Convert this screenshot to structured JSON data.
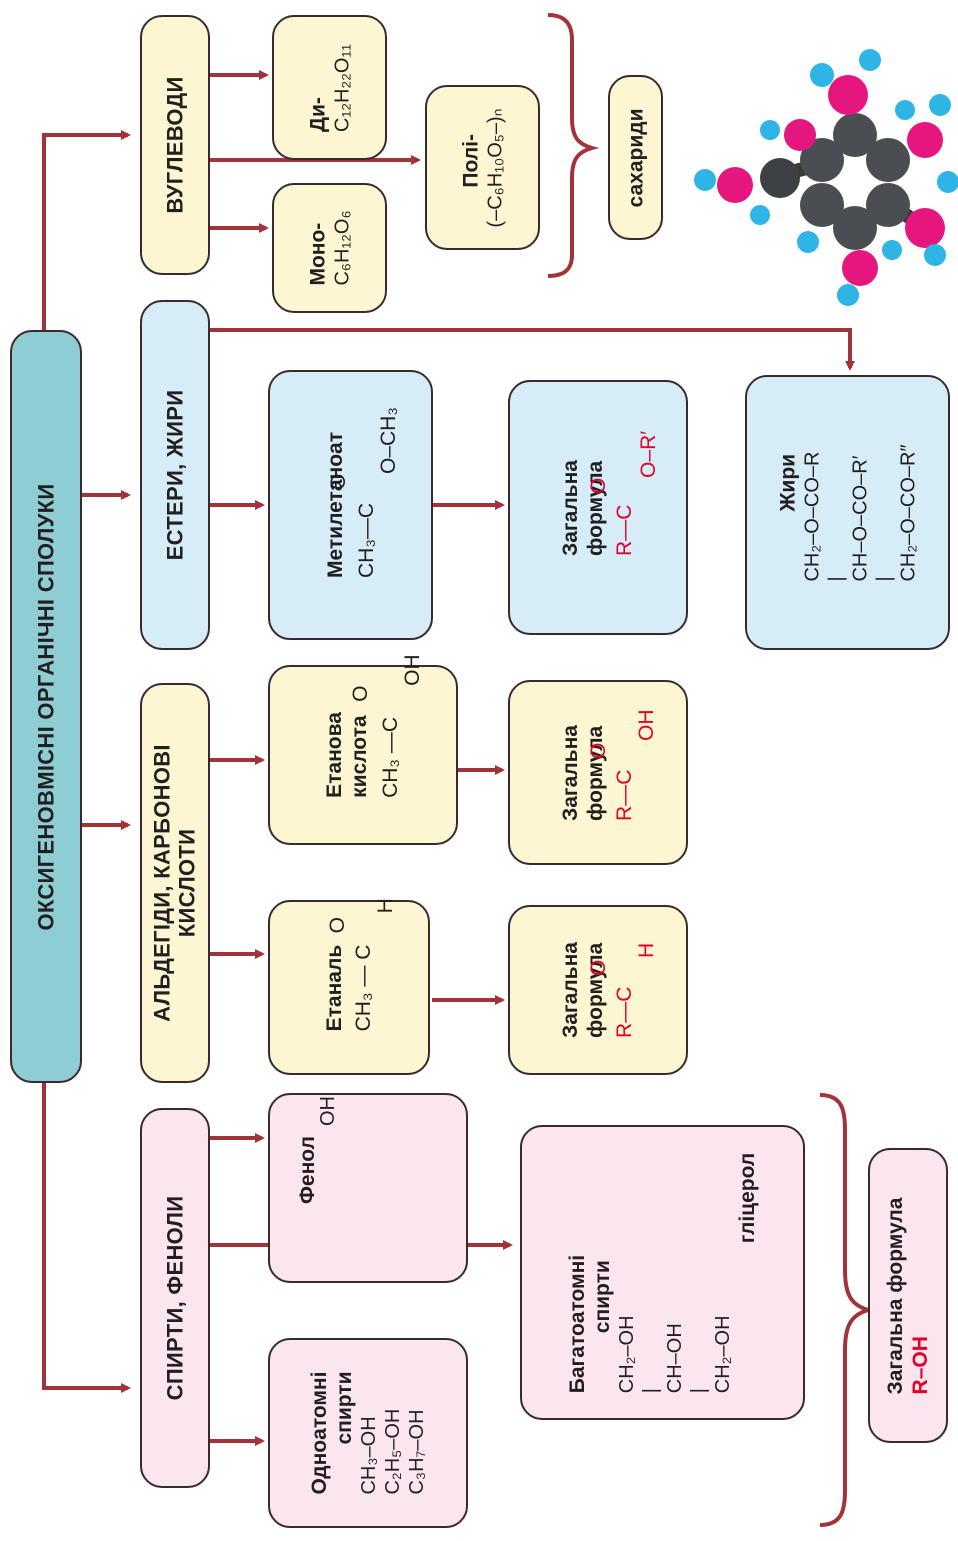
{
  "main": {
    "title": "ОКСИГЕНОВМІСНІ ОРГАНІЧНІ СПОЛУКИ"
  },
  "categories": {
    "alcohols": "СПИРТИ, ФЕНОЛИ",
    "aldehydes_line1": "АЛЬДЕГІДИ, КАРБОНОВІ",
    "aldehydes_line2": "КИСЛОТИ",
    "esters": "ЕСТЕРИ, ЖИРИ",
    "carbs": "ВУГЛЕВОДИ"
  },
  "alcohols": {
    "mono": {
      "title_line1": "Одноатомні",
      "title_line2": "спирти",
      "f1": "CH₃–OH",
      "f2": "C₂H₅–OH",
      "f3": "C₃H₇–OH"
    },
    "phenol": {
      "title": "Фенол",
      "oh": "OH"
    },
    "poly": {
      "title_line1": "Багатоатомні",
      "title_line2": "спирти",
      "c1": "CH₂–OH",
      "c2": "CH–OH",
      "c3": "CH₂–OH",
      "bar": "|",
      "name": "гліцерол"
    },
    "general": {
      "label": "Загальна формула",
      "formula": "R–OH"
    }
  },
  "aldehydes": {
    "ethanal": {
      "title": "Етаналь",
      "left": "CH₃ — C",
      "O": "O",
      "H": "H"
    },
    "acid": {
      "title_line1": "Етанова",
      "title_line2": "кислота",
      "left": "CH₃ —C",
      "O": "O",
      "OH": "OH"
    },
    "general_ald": {
      "l1": "Загальна",
      "l2": "формула",
      "left": "R—C",
      "O": "O",
      "H": "H"
    },
    "general_acid": {
      "l1": "Загальна",
      "l2": "формула",
      "left": "R—C",
      "O": "O",
      "OH": "OH"
    }
  },
  "esters": {
    "methyl": {
      "title": "Метилетаноат",
      "left": "CH₃—C",
      "O": "O",
      "OR": "O–CH₃"
    },
    "general": {
      "l1": "Загальна",
      "l2": "формула",
      "left": "R—C",
      "O": "O",
      "OR": "O–R′"
    },
    "fats": {
      "title": "Жири",
      "r1": "CH₂–O–CO–R",
      "r2": "CH–O–CO–R′",
      "r3": "CH₂–O–CO–R″",
      "bar": "|"
    }
  },
  "carbs": {
    "mono": {
      "label": "Моно-",
      "formula": "C₆H₁₂O₆"
    },
    "di": {
      "label": "Ди-",
      "formula": "C₁₂H₂₂O₁₁"
    },
    "poly": {
      "label": "Полі-",
      "formula": "(–C₆H₁₀O₅–)ₙ"
    },
    "group": "сахариди"
  },
  "colors": {
    "arrow": "#a3333b",
    "formula_red": "#e4002b",
    "pink": "#fbe6ef",
    "yellow": "#fdf6d3",
    "blue": "#d6ecf7",
    "teal": "#8fcdd5"
  }
}
